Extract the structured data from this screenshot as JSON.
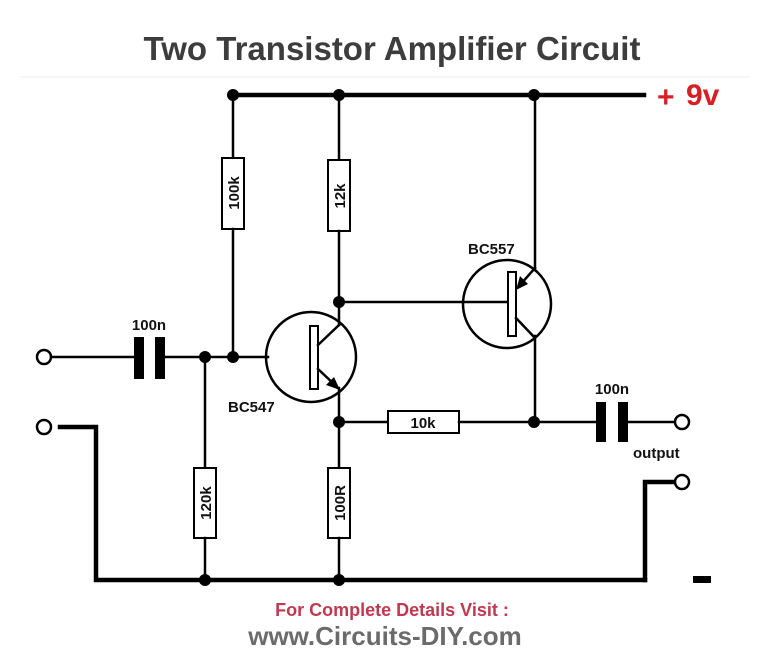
{
  "title": "Two Transistor Amplifier Circuit",
  "supply": {
    "positive_symbol": "+",
    "positive_label": "9v",
    "negative_symbol": "-",
    "positive_color": "#d81f26"
  },
  "components": {
    "resistors": [
      {
        "id": "R1",
        "value": "100k"
      },
      {
        "id": "R2",
        "value": "12k"
      },
      {
        "id": "R3",
        "value": "120k"
      },
      {
        "id": "R4",
        "value": "100R"
      },
      {
        "id": "R5",
        "value": "10k"
      }
    ],
    "capacitors": [
      {
        "id": "C1",
        "value": "100n",
        "role": "input coupling"
      },
      {
        "id": "C2",
        "value": "100n",
        "role": "output coupling"
      }
    ],
    "transistors": [
      {
        "id": "Q1",
        "part": "BC547",
        "type": "NPN"
      },
      {
        "id": "Q2",
        "part": "BC557",
        "type": "PNP"
      }
    ]
  },
  "labels": {
    "output": "output"
  },
  "footer": {
    "visit_text": "For Complete Details Visit :",
    "website": "www.Circuits-DIY.com",
    "visit_color": "#c0394f",
    "website_color": "#6b6b6b"
  }
}
